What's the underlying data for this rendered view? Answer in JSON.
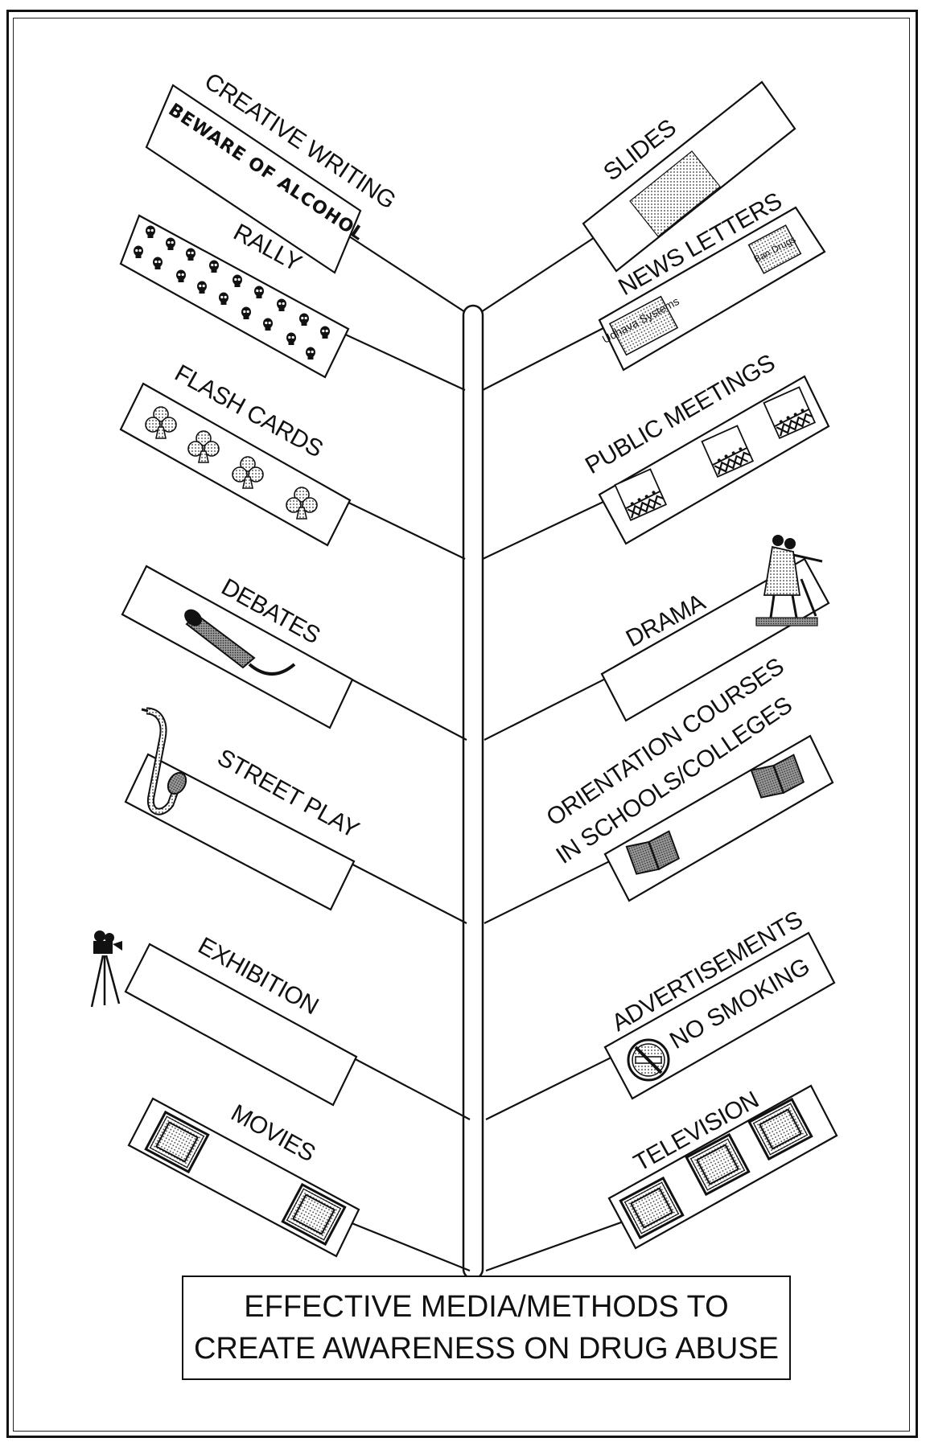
{
  "caption": {
    "line1": "EFFECTIVE MEDIA/METHODS TO",
    "line2": "CREATE AWARENESS ON DRUG ABUSE"
  },
  "methods_left": [
    {
      "label": "CREATIVE WRITING",
      "inner_text": "BEWARE OF ALCOHOL"
    },
    {
      "label": "RALLY"
    },
    {
      "label": "FLASH CARDS"
    },
    {
      "label": "DEBATES"
    },
    {
      "label": "STREET PLAY"
    },
    {
      "label": "EXHIBITION"
    },
    {
      "label": "MOVIES"
    }
  ],
  "methods_right": [
    {
      "label": "SLIDES"
    },
    {
      "label": "NEWS LETTERS",
      "inner_text_1": "Udhava Systems",
      "inner_text_2": "Ban Drugs"
    },
    {
      "label": "PUBLIC MEETINGS"
    },
    {
      "label": "DRAMA"
    },
    {
      "label": "ORIENTATION COURSES",
      "label_line2": "IN SCHOOLS/COLLEGES"
    },
    {
      "label": "ADVERTISEMENTS",
      "inner_text": "NO SMOKING"
    },
    {
      "label": "TELEVISION"
    }
  ],
  "icons": [
    "skull-icon",
    "club-icon",
    "microphone-icon",
    "saxophone-icon",
    "camera-icon",
    "monitor-icon",
    "slide-icon",
    "book-icon",
    "stage-icon",
    "dancers-icon",
    "no-smoking-icon"
  ]
}
